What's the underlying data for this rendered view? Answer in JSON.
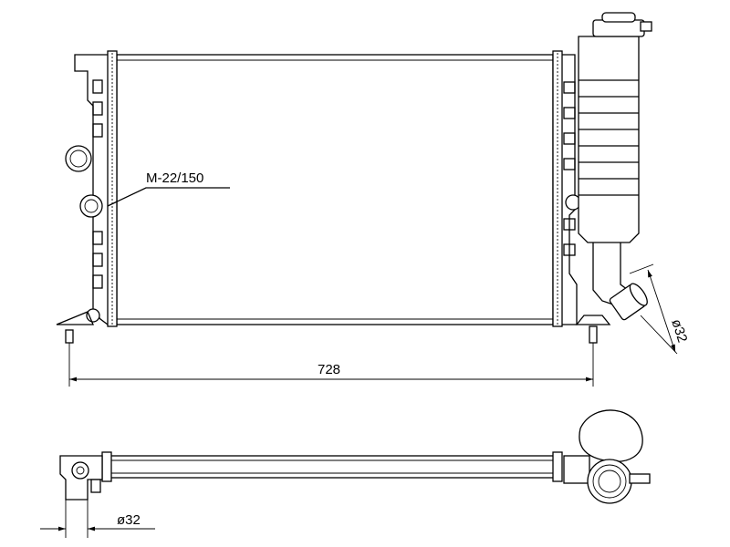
{
  "labels": {
    "core_note": "M-22/150",
    "width_dim": "728",
    "outlet_diameter": "ø32",
    "inlet_diameter": "ø32"
  }
}
